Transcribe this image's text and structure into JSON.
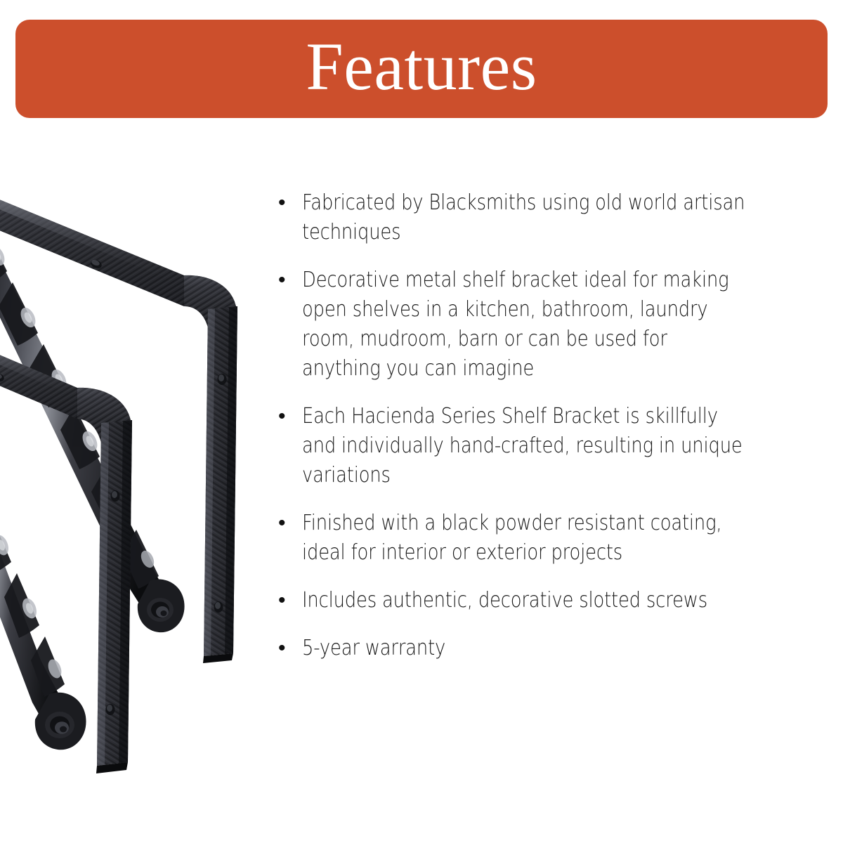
{
  "header": {
    "title": "Features",
    "background_color": "#cc4f2c",
    "text_color": "#ffffff"
  },
  "product_image": {
    "alt": "Two black iron Hacienda Series shelf brackets with hammered texture and twisted diagonal brace",
    "metal_color": "#2b2b2d",
    "count": 2
  },
  "features": {
    "bullet_glyph": "•",
    "items": [
      {
        "text": "Fabricated by Blacksmiths using old world artisan techniques"
      },
      {
        "text": "Decorative metal shelf bracket ideal for making open shelves in a kitchen, bathroom, laundry room, mudroom, barn or can be used for anything you can imagine"
      },
      {
        "text": "Each Hacienda Series Shelf Bracket is skillfully and individually hand-crafted, resulting in unique variations"
      },
      {
        "text": "Finished with a black powder resistant coating, ideal for interior or exterior projects"
      },
      {
        "text": "Includes authentic, decorative slotted screws"
      },
      {
        "text": "5-year warranty"
      }
    ]
  }
}
